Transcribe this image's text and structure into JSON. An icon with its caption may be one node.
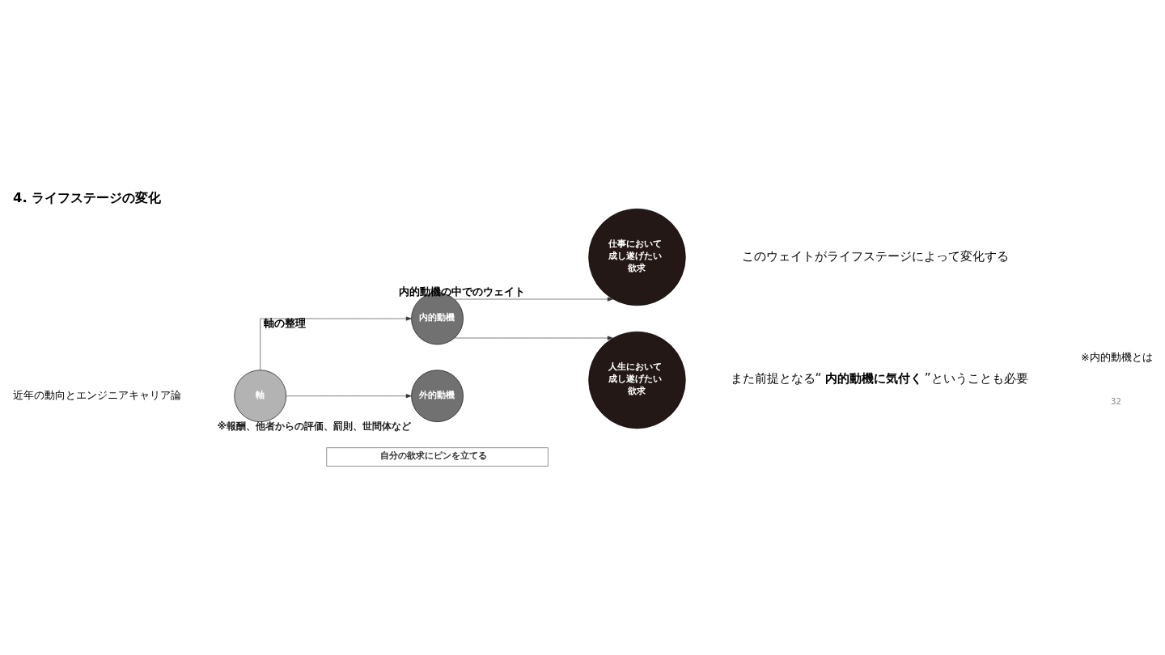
{
  "diagram": {
    "title": "4. ライフステージの変化",
    "nodes": [
      {
        "text": [
          "軸"
        ]
      },
      {
        "text": [
          "内的動機"
        ]
      },
      {
        "text": [
          "外的動機"
        ],
        "beside": [
          "※報酬、他者からの評価、罰則、世間体など"
        ]
      },
      {
        "text": [
          "仕事において成し遂げたい欲求"
        ]
      },
      {
        "text": [
          "人生において成し遂げたい欲求"
        ]
      },
      {
        "text": [
          "自分の欲求にピンを立てる"
        ]
      }
    ],
    "edges": [
      {
        "from": 0,
        "to": 1,
        "arrow": "to",
        "label": "軸の整理"
      },
      {
        "from": 0,
        "to": 2,
        "arrow": "to"
      },
      {
        "from": 1,
        "to": 3,
        "arrow": "to",
        "label": "内的動機の中でのウェイト"
      },
      {
        "from": 1,
        "to": 4,
        "arrow": "to"
      }
    ],
    "labels": [
      "近年の動向とエンジニアキャリア論",
      "このウェイトがライフステージによって変化する",
      "また前提となる“**内的動機に気付く**”ということも必要",
      "※内的動機とは",
      "32"
    ]
  }
}
